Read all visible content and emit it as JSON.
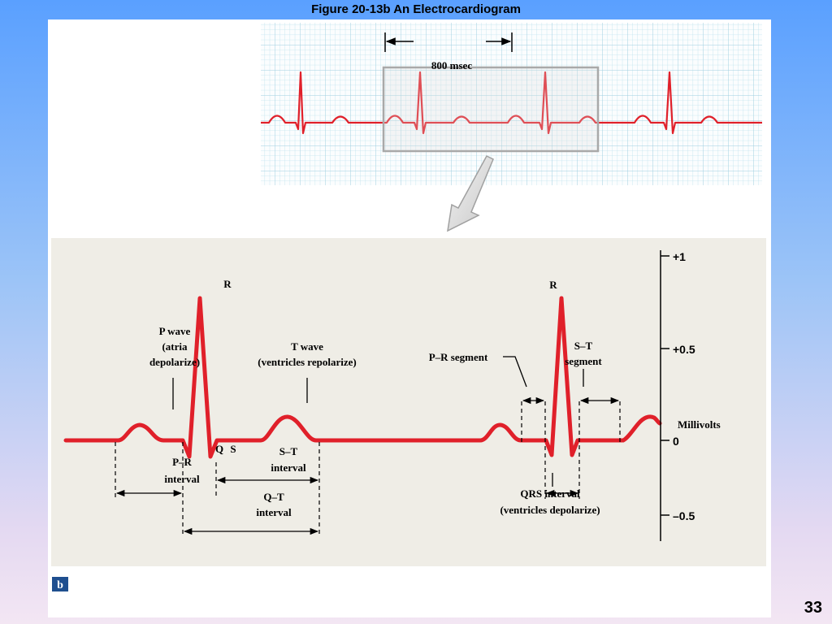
{
  "slide": {
    "title": "Figure 20-13b  An Electrocardiogram",
    "page_number": "33",
    "panel_letter": "b"
  },
  "strip": {
    "interval_label": "800 msec"
  },
  "diagram": {
    "r_label": "R",
    "r_label_2": "R",
    "p_wave": [
      "P wave",
      "(atria",
      "depolarize)"
    ],
    "t_wave": [
      "T wave",
      "(ventricles repolarize)"
    ],
    "q_label": "Q",
    "s_label": "S",
    "pr_interval": [
      "P–R",
      "interval"
    ],
    "st_interval": [
      "S–T",
      "interval"
    ],
    "qt_interval": [
      "Q–T",
      "interval"
    ],
    "pr_segment": "P–R segment",
    "st_segment": [
      "S–T",
      "segment"
    ],
    "qrs_interval": [
      "QRS interval",
      "(ventricles depolarize)"
    ],
    "millivolts": "Millivolts"
  },
  "axis": {
    "ticks": [
      "+1",
      "+0.5",
      "0",
      "–0.5"
    ]
  },
  "colors": {
    "trace": "#e0202a",
    "grid": "#bfe3ee",
    "diagram_bg": "#efede6"
  }
}
